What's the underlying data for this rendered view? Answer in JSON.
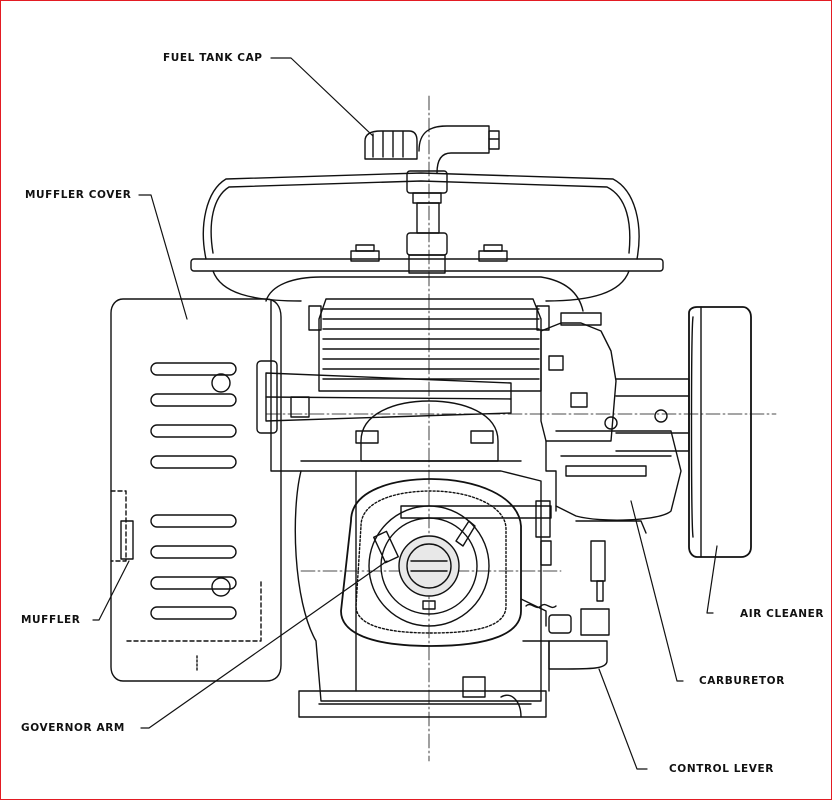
{
  "diagram": {
    "labels": {
      "fuel_tank_cap": "FUEL TANK CAP",
      "muffler_cover": "MUFFLER COVER",
      "muffler": "MUFFLER",
      "governor_arm": "GOVERNOR ARM",
      "air_cleaner": "AIR CLEANER",
      "carburetor": "CARBURETOR",
      "control_lever": "CONTROL LEVER"
    },
    "colors": {
      "ink": "#111111",
      "frame_border": "#e31b23",
      "background": "#ffffff"
    }
  }
}
